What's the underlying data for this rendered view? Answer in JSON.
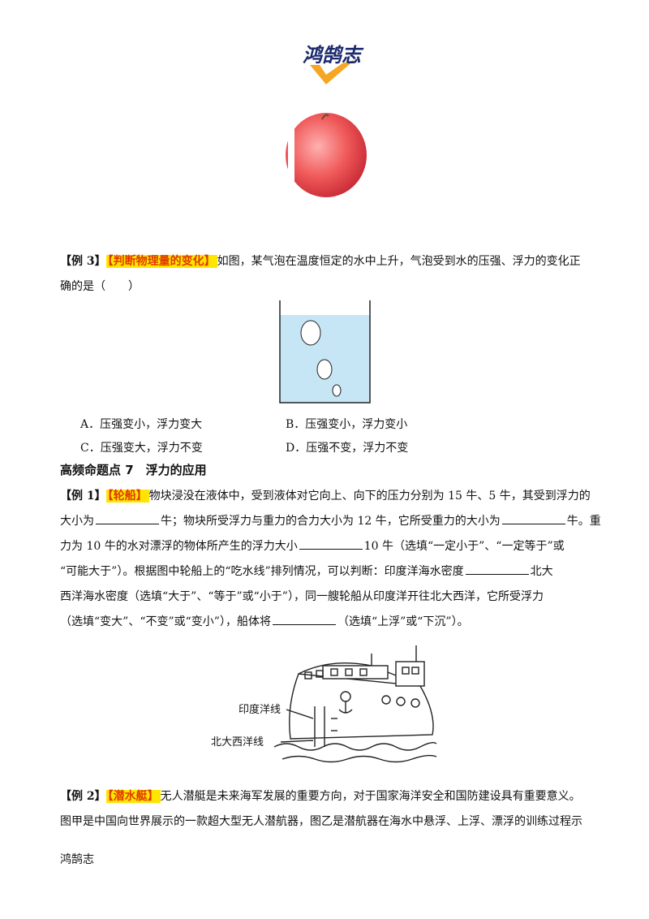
{
  "header": {
    "logo_text": "鸿鹄志"
  },
  "example3": {
    "tag": "【例 3】",
    "highlight": "【判断物理量的变化】",
    "line1": "如图，某气泡在温度恒定的水中上升，气泡受到水的压强、浮力的变化正",
    "line2": "确的是（　　）",
    "options": {
      "a": "A．压强变小，浮力变大",
      "b": "B．压强变小，浮力变小",
      "c": "C．压强变大，浮力不变",
      "d": "D．压强不变，浮力不变"
    }
  },
  "section_heading": "高频命题点 7　浮力的应用",
  "example1": {
    "tag": "【例 1】",
    "highlight": "【轮船】",
    "l1": "物块浸没在液体中，受到液体对它向上、向下的压力分别为 15 牛、5 牛，其受到浮力的",
    "l2a": "大小为",
    "l2b": "牛；物块所受浮力与重力的合力大小为 12 牛，它所受重力的大小为",
    "l2c": "牛。重",
    "l3a": "力为 10 牛的水对漂浮的物体所产生的浮力大小",
    "l3b": "10 牛（选填“一定小于”、“一定等于”或",
    "l4a": "“可能大于”）。根据图中轮船上的“吃水线”排列情况，可以判断：印度洋海水密度",
    "l4b": "北大",
    "l5": "西洋海水密度（选填“大于”、“等于”或“小于”），同一艘轮船从印度洋开往北大西洋，它所受浮力",
    "l6a": "（选填“变大”、“不变”或“变小”），船体将",
    "l6b": "（选填“上浮”或“下沉”）。",
    "ship_labels": {
      "india": "印度洋线",
      "north_atlantic": "北大西洋线"
    }
  },
  "example2": {
    "tag": "【例 2】",
    "highlight": "【潜水艇】",
    "l1": "无人潜艇是未来海军发展的重要方向，对于国家海洋安全和国防建设具有重要意义。",
    "l2": "图甲是中国向世界展示的一款超大型无人潜航器，图乙是潜航器在海水中悬浮、上浮、漂浮的训练过程示"
  },
  "footer": {
    "text": "鸿鹄志"
  },
  "colors": {
    "highlight_bg": "#ffe600",
    "highlight_text": "#e03a00",
    "water": "#c7e6f5",
    "logo_blue": "#1a2a6c",
    "logo_orange": "#f5a623"
  }
}
